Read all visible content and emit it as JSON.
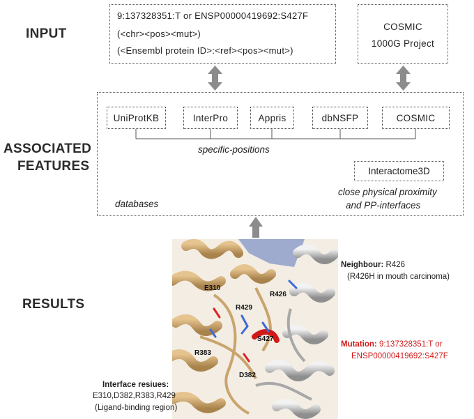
{
  "sections": {
    "input": "INPUT",
    "associated_line1": "ASSOCIATED",
    "associated_line2": "FEATURES",
    "results": "RESULTS"
  },
  "input_box": {
    "line1": "9:137328351:T  or  ENSP00000419692:S427F",
    "line2": "(<chr><pos><mut>)",
    "line3": "(<Ensembl protein ID>:<ref><pos><mut>)"
  },
  "sources_box": {
    "line1": "COSMIC",
    "line2": "1000G Project"
  },
  "databases": [
    "UniProtKB",
    "InterPro",
    "Appris",
    "dbNSFP",
    "COSMIC"
  ],
  "specific_positions": "specific-positions",
  "interactome": "Interactome3D",
  "proximity_line1": "close physical proximity",
  "proximity_line2": "and PP-interfaces",
  "databases_label": "databases",
  "structure_labels": {
    "e310": "E310",
    "r429": "R429",
    "r426": "R426",
    "s427": "S427",
    "r383": "R383",
    "d382": "D382"
  },
  "neighbour": {
    "title": "Neighbour:",
    "value": "R426",
    "detail": "(R426H in mouth carcinoma)"
  },
  "mutation": {
    "title": "Mutation:",
    "line1": "9:137328351:T  or",
    "line2": "ENSP00000419692:S427F"
  },
  "interface": {
    "title": "Interface resiues:",
    "line1": "E310,D382,R383,R429",
    "line2": "(Ligand-binding region)"
  },
  "colors": {
    "arrow": "#8c8c8c",
    "tan_helix": "#c9a46c",
    "grey_helix": "#b8b8b8",
    "mutation_red": "#d01a1a"
  }
}
